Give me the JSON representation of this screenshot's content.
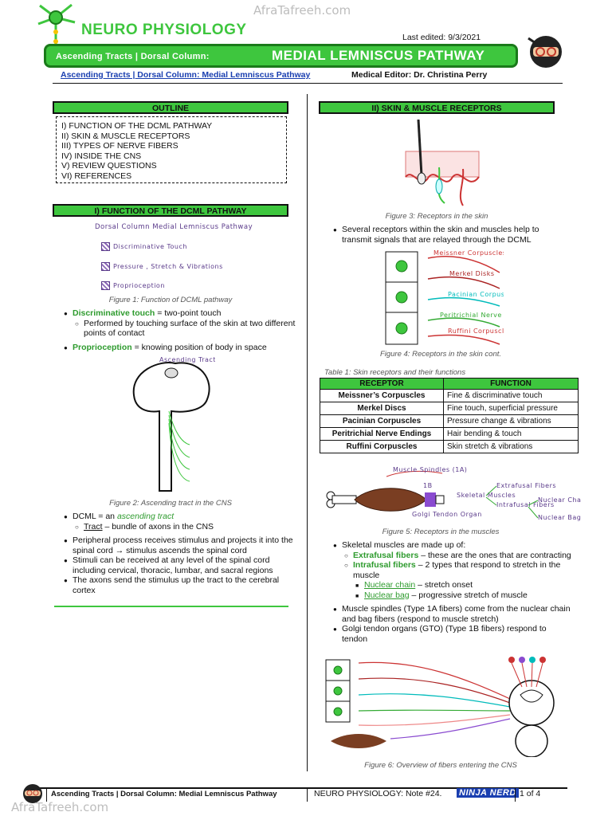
{
  "watermark": "AfraTafreeh.com",
  "header": {
    "series": "NEURO PHYSIOLOGY",
    "last_edited": "Last edited: 9/3/2021",
    "banner_prefix": "Ascending Tracts | Dorsal Column:",
    "banner_main": "MEDIAL LEMNISCUS PATHWAY",
    "link": "Ascending Tracts | Dorsal Column: Medial Lemniscus Pathway",
    "editor": "Medical Editor: Dr. Christina Perry"
  },
  "outline": {
    "title": "OUTLINE",
    "items": [
      "I) FUNCTION OF THE DCML PATHWAY",
      "II) SKIN & MUSCLE RECEPTORS",
      "III) TYPES OF NERVE FIBERS",
      "IV) INSIDE THE CNS",
      "V) REVIEW QUESTIONS",
      "VI) REFERENCES"
    ]
  },
  "section1": {
    "title": "I)  FUNCTION OF THE DCML PATHWAY",
    "fig1": {
      "title": "Dorsal Column Medial Lemniscus Pathway",
      "items": [
        "Discriminative Touch",
        "Pressure , Stretch & Vibrations",
        "Proprioception"
      ],
      "caption": "Figure 1: Function of DCML pathway"
    },
    "b1_term": "Discriminative touch",
    "b1_rest": " = two-point touch",
    "b1_sub": "Performed by touching surface of the skin at two different points of contact",
    "b2_term": "Proprioception",
    "b2_rest": " = knowing position of body in space",
    "fig2_label": "Ascending Tracts",
    "fig2_caption": "Figure 2: Ascending tract in the CNS",
    "dcml_pre": "DCML = an ",
    "dcml_term": "ascending tract",
    "tract_term": "Tract",
    "tract_rest": " – bundle of axons in the CNS",
    "b4": "Peripheral process receives stimulus and projects it into the spinal cord → stimulus ascends the spinal cord",
    "b5": "Stimuli can be received at any level of the spinal cord including cervical, thoracic, lumbar, and sacral regions",
    "b6": "The axons send the stimulus up the tract to the cerebral cortex"
  },
  "section2": {
    "title": "II)  SKIN & MUSCLE RECEPTORS",
    "fig3_caption": "Figure 3: Receptors in the skin",
    "b1": "Several receptors within the skin and muscles help to transmit signals that are relayed through the DCML",
    "fig4_labels": [
      "Meissner Corpuscles",
      "Merkel Disks",
      "Pacinian Corpuscles",
      "Peritrichial Nerve Endings",
      "Ruffini Corpuscles"
    ],
    "fig4_caption": "Figure 4: Receptors in the skin cont.",
    "table_caption": "Table 1: Skin receptors and their functions",
    "table_headers": [
      "RECEPTOR",
      "FUNCTION"
    ],
    "table_rows": [
      [
        "Meissner’s Corpuscles",
        "Fine & discriminative touch"
      ],
      [
        "Merkel Discs",
        "Fine touch, superficial pressure"
      ],
      [
        "Pacinian Corpuscles",
        "Pressure change & vibrations"
      ],
      [
        "Peritrichial Nerve Endings",
        "Hair bending & touch"
      ],
      [
        "Ruffini Corpuscles",
        "Skin stretch & vibrations"
      ]
    ],
    "fig5_labels": {
      "spindle": "Muscle Spindles (1A)",
      "ib": "1B",
      "gto": "Golgi Tendon Organ",
      "skeletal": "Skeletal Muscles",
      "extrafusal": "Extrafusal Fibers",
      "intrafusal": "Intrafusal Fibers",
      "chain": "Nuclear Chain",
      "bag": "Nuclear Bag"
    },
    "fig5_caption": "Figure 5: Receptors in the muscles",
    "m1": "Skeletal muscles are made up of:",
    "extra_term": "Extrafusal fibers",
    "extra_rest": " – these are the ones that are contracting",
    "intra_term": "Intrafusal fibers",
    "intra_rest": " – 2 types that respond to stretch in the muscle",
    "chain_term": "Nuclear chain",
    "chain_rest": " – stretch onset",
    "bag_term": "Nuclear bag",
    "bag_rest": " – progressive stretch of muscle",
    "m2": "Muscle spindles (Type 1A fibers) come from the nuclear chain and bag fibers (respond to muscle stretch)",
    "m3": "Golgi tendon organs (GTO) (Type 1B fibers) respond to tendon",
    "fig6_caption": "Figure 6: Overview of fibers entering the CNS"
  },
  "footer": {
    "title": "Ascending Tracts | Dorsal Column: Medial Lemniscus Pathway",
    "note": "NEURO PHYSIOLOGY: Note #24.",
    "brand": "NINJA NERD",
    "page": "1 of 4"
  },
  "colors": {
    "accent_green": "#3ec63e",
    "text_green": "#2e9b2e",
    "link_blue": "#1a3fb0",
    "banner_border": "#1a7a1a"
  }
}
